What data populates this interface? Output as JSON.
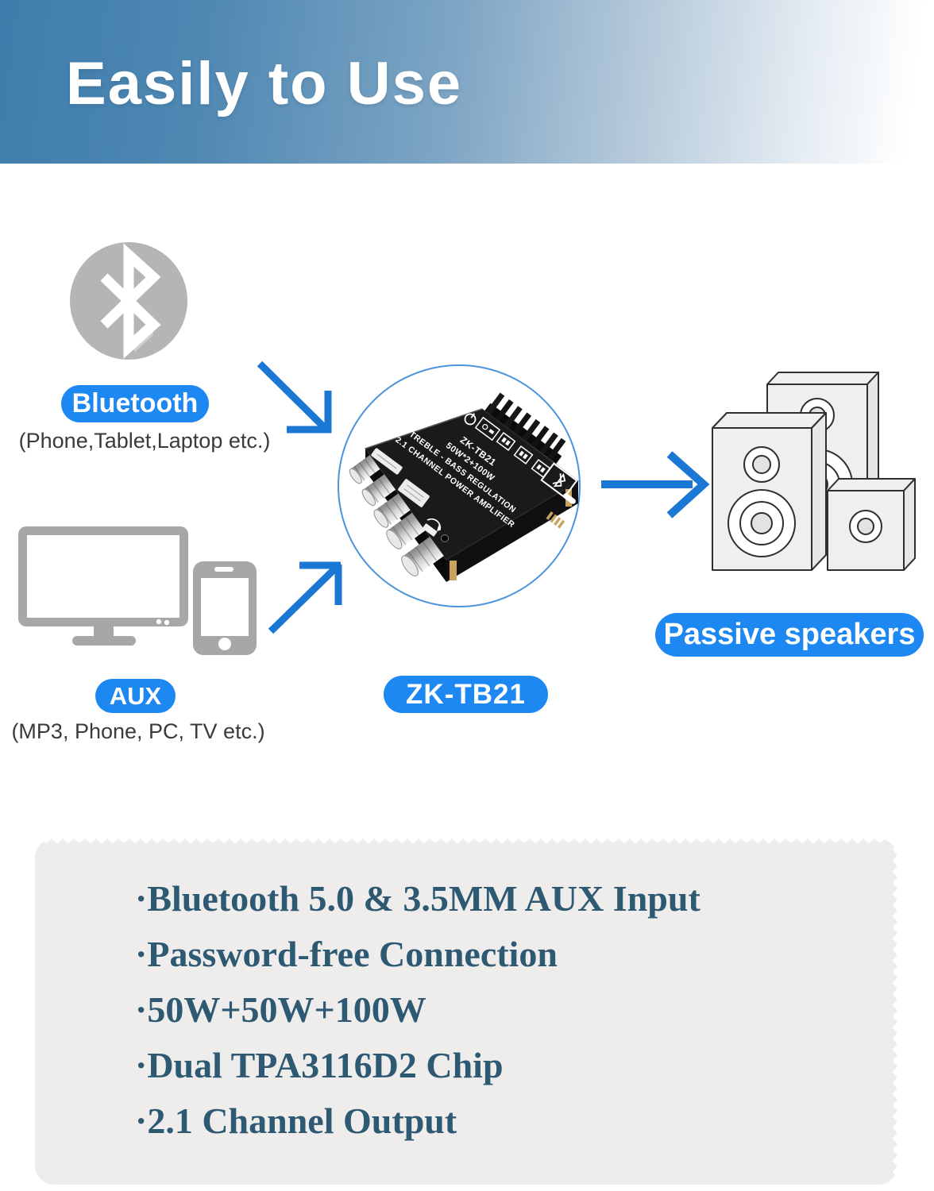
{
  "header": {
    "title": "Easily to Use"
  },
  "diagram": {
    "bluetooth": {
      "label": "Bluetooth",
      "caption": "(Phone,Tablet,Laptop etc.)"
    },
    "aux": {
      "label": "AUX",
      "caption": "(MP3, Phone, PC, TV etc.)"
    },
    "board": {
      "label": "ZK-TB21",
      "print_lines": {
        "l1": "ZK-TB21",
        "l2": "50W*2+100W",
        "l3": "TREBLE - BASS REGULATION",
        "l4": "2.1 CHANNEL POWER AMPLIFIER"
      }
    },
    "speakers": {
      "label": "Passive speakers"
    }
  },
  "features": {
    "items": [
      "·Bluetooth 5.0 & 3.5MM AUX Input",
      "·Password-free Connection",
      "·50W+50W+100W",
      "·Dual TPA3116D2 Chip",
      "·2.1 Channel Output"
    ]
  },
  "colors": {
    "accent_blue": "#1d87f2",
    "arrow_blue": "#1b77d4",
    "circle_blue": "#4a93dd",
    "icon_gray": "#a7a7a7",
    "banner_blue": "#3e7dab",
    "feature_text": "#2e5973",
    "cloth_gray": "#efedec"
  }
}
